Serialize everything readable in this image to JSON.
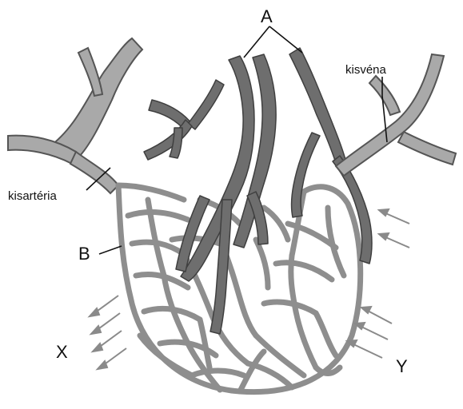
{
  "labels": {
    "a": "A",
    "b": "B",
    "x": "X",
    "y": "Y",
    "kisarteria": "kisartéria",
    "kisvena": "kisvéna"
  },
  "colors": {
    "vessel_fill": "#9a9a9a",
    "vessel_stroke": "#555555",
    "vein_dark": "#6e6e6e",
    "arrow": "#8a8a8a",
    "leader": "#111111"
  }
}
